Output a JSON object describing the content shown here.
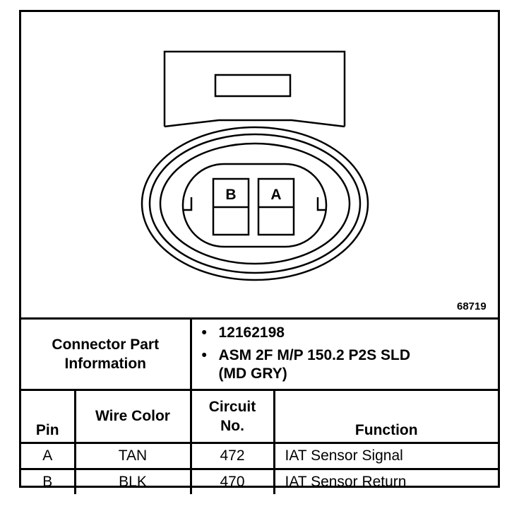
{
  "diagram": {
    "cavity_labels": [
      "B",
      "A"
    ],
    "figure_number": "68719"
  },
  "connector_info": {
    "label_line1": "Connector Part",
    "label_line2": "Information",
    "items": [
      {
        "bullet": "•",
        "text": "12162198"
      },
      {
        "bullet": "•",
        "text": "ASM 2F M/P 150.2 P2S SLD",
        "text2": "(MD GRY)"
      }
    ]
  },
  "table": {
    "headers": {
      "pin": "Pin",
      "wire_color": "Wire Color",
      "circuit_line1": "Circuit",
      "circuit_line2": "No.",
      "function": "Function"
    },
    "rows": [
      {
        "pin": "A",
        "wire_color": "TAN",
        "circuit": "472",
        "function": "IAT Sensor Signal"
      },
      {
        "pin": "B",
        "wire_color": "BLK",
        "circuit": "470",
        "function": "IAT Sensor Return"
      }
    ]
  }
}
